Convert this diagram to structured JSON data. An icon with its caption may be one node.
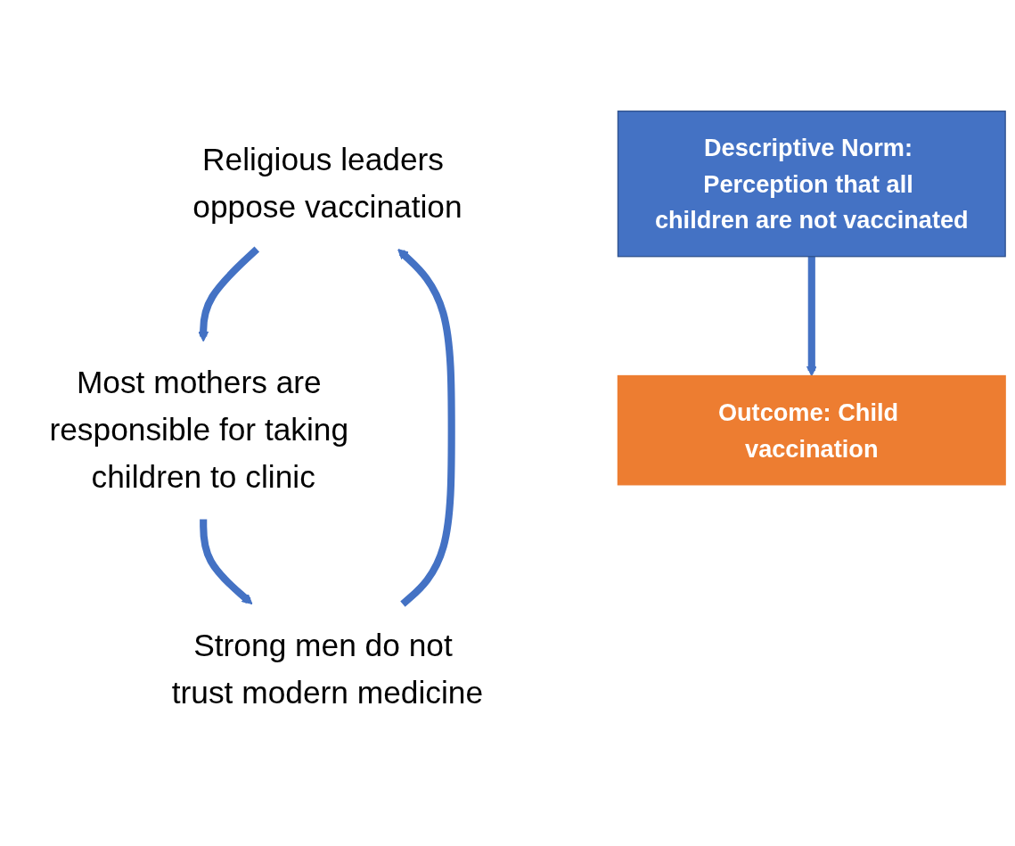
{
  "diagram": {
    "nodes": [
      {
        "text": [
          "Religious leaders oppose vaccination"
        ]
      },
      {
        "text": [
          "Most mothers are responsible for taking children to clinic"
        ]
      },
      {
        "text": [
          "Outcome: Child vaccination"
        ]
      },
      {
        "text": [
          "Descriptive Norm: Perception that all children are not vaccinated"
        ]
      },
      {
        "text": [
          "Strong men do not trust modern medicine"
        ]
      }
    ],
    "edges": [
      {
        "from": 0,
        "to": 1,
        "arrow": "to"
      },
      {
        "from": 1,
        "to": 4,
        "arrow": "to"
      },
      {
        "from": 4,
        "to": 0,
        "arrow": "to"
      },
      {
        "from": 3,
        "to": 2,
        "arrow": "to"
      }
    ]
  }
}
